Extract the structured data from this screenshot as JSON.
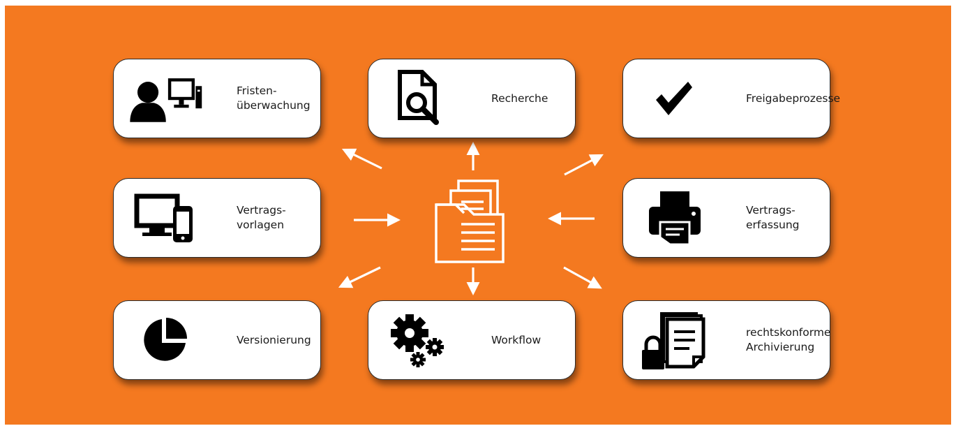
{
  "colors": {
    "background": "#f47920",
    "card": "#ffffff",
    "icon": "#000000",
    "arrow": "#ffffff"
  },
  "center": {
    "icon": "document-stack-icon"
  },
  "cards": [
    {
      "id": "fristen",
      "label": "Fristen-\nüberwachung",
      "icon": "user-computer-icon"
    },
    {
      "id": "recherche",
      "label": "Recherche",
      "icon": "document-search-icon"
    },
    {
      "id": "freigabe",
      "label": "Freigabeprozesse",
      "icon": "checkmark-icon"
    },
    {
      "id": "vorlagen",
      "label": "Vertrags-\nvorlagen",
      "icon": "monitor-phone-icon"
    },
    {
      "id": "erfassung",
      "label": "Vertrags-\nerfassung",
      "icon": "printer-icon"
    },
    {
      "id": "versionierung",
      "label": "Versionierung",
      "icon": "pie-chart-icon"
    },
    {
      "id": "workflow",
      "label": "Workflow",
      "icon": "gears-icon"
    },
    {
      "id": "archivierung",
      "label": "rechtskonforme\nArchivierung",
      "icon": "lock-documents-icon"
    }
  ]
}
